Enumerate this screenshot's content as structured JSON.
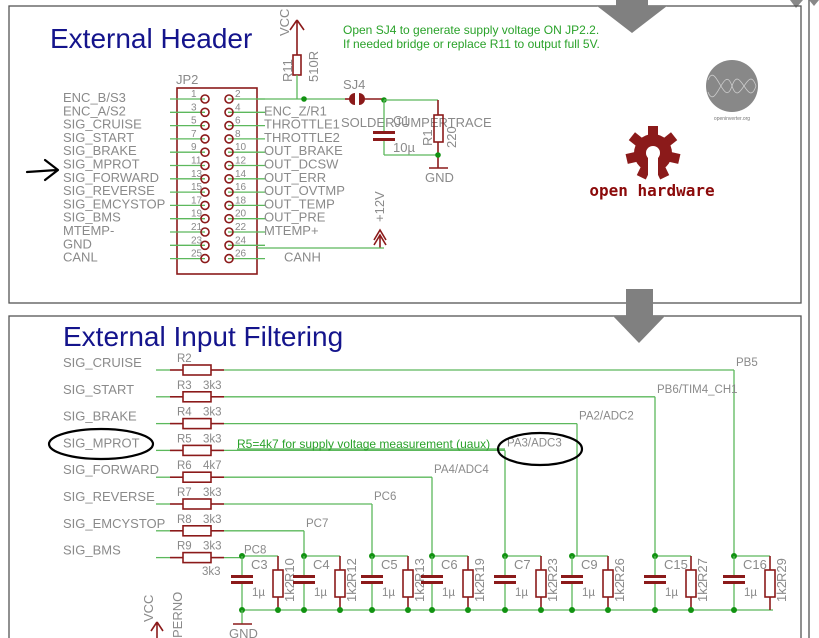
{
  "header_section": {
    "title": "External Header",
    "note_line1": "Open SJ4 to generate supply voltage ON JP2.2.",
    "note_line2": "If needed bridge or replace R11 to output full 5V.",
    "connector_name": "JP2",
    "left_signals": [
      "ENC_B/S3",
      "ENC_A/S2",
      "SIG_CRUISE",
      "SIG_START",
      "SIG_BRAKE",
      "SIG_MPROT",
      "SIG_FORWARD",
      "SIG_REVERSE",
      "SIG_EMCYSTOP",
      "SIG_BMS",
      "MTEMP-",
      "GND",
      "CANL"
    ],
    "right_signals": [
      "",
      "ENC_Z/R1",
      "THROTTLE1",
      "THROTTLE2",
      "OUT_BRAKE",
      "OUT_DCSW",
      "OUT_ERR",
      "OUT_OVTMP",
      "OUT_TEMP",
      "OUT_PRE",
      "MTEMP+",
      "",
      "CANH"
    ],
    "odd_pins": [
      "1",
      "3",
      "5",
      "7",
      "9",
      "11",
      "13",
      "15",
      "17",
      "19",
      "21",
      "23",
      "25"
    ],
    "even_pins": [
      "2",
      "4",
      "6",
      "8",
      "10",
      "12",
      "14",
      "16",
      "18",
      "20",
      "22",
      "24",
      "26"
    ],
    "vcc_label": "VCC",
    "r11_name": "R11",
    "r11_value": "510R",
    "sj4_name": "SJ4",
    "sj4_type": "SOLDERJUMPERTRACE",
    "c1_name": "C1",
    "c1_value": "10µ",
    "r1_name": "R1",
    "r1_value": "220",
    "gnd_label": "GND",
    "v12_label": "+12V",
    "openinverter_text": "openinverter.org",
    "open_hardware_text": "open hardware",
    "arrow_annotation": "hand-drawn arrow pointing at SIG_MPROT"
  },
  "filter_section": {
    "title": "External Input Filtering",
    "inputs": [
      {
        "signal": "SIG_CRUISE",
        "res": "R2",
        "val": "",
        "mcu": "PB5"
      },
      {
        "signal": "SIG_START",
        "res": "R3",
        "val": "3k3",
        "mcu": "PB6/TIM4_CH1"
      },
      {
        "signal": "SIG_BRAKE",
        "res": "R4",
        "val": "3k3",
        "mcu": "PA2/ADC2"
      },
      {
        "signal": "SIG_MPROT",
        "res": "R5",
        "val": "3k3",
        "mcu": "PA3/ADC3"
      },
      {
        "signal": "SIG_FORWARD",
        "res": "R6",
        "val": "4k7",
        "mcu": "PA4/ADC4"
      },
      {
        "signal": "SIG_REVERSE",
        "res": "R7",
        "val": "3k3",
        "mcu": "PC6"
      },
      {
        "signal": "SIG_EMCYSTOP",
        "res": "R8",
        "val": "3k3",
        "mcu": "PC7"
      },
      {
        "signal": "SIG_BMS",
        "res": "R9",
        "val": "3k3",
        "mcu": "PC8"
      }
    ],
    "r9_extra_value": "3k3",
    "r5_note": "R5=4k7 for supply voltage measurement (uaux)",
    "filters": [
      {
        "cap": "C3",
        "cap_val": "1µ",
        "res": "R10",
        "res_val": "1k2"
      },
      {
        "cap": "C4",
        "cap_val": "1µ",
        "res": "R12",
        "res_val": "1k2"
      },
      {
        "cap": "C5",
        "cap_val": "1µ",
        "res": "R13",
        "res_val": "1k2"
      },
      {
        "cap": "C6",
        "cap_val": "1µ",
        "res": "R19",
        "res_val": "1k2"
      },
      {
        "cap": "C7",
        "cap_val": "1µ",
        "res": "R23",
        "res_val": "1k2"
      },
      {
        "cap": "C9",
        "cap_val": "1µ",
        "res": "R26",
        "res_val": "1k2"
      },
      {
        "cap": "C15",
        "cap_val": "1µ",
        "res": "R27",
        "res_val": "1k2"
      },
      {
        "cap": "C16",
        "cap_val": "1µ",
        "res": "R29",
        "res_val": "1k2"
      }
    ],
    "gnd_label": "GND",
    "bottom_vcc_label": "VCC",
    "bottom_partial_label": "PERNO",
    "circled_items": [
      "SIG_MPROT",
      "PA3/ADC3"
    ]
  },
  "colors": {
    "title": "#14148c",
    "wire": "#5cb85c",
    "part": "#8b1a1a",
    "note": "#2aa22a",
    "label": "#8a8a8a"
  }
}
